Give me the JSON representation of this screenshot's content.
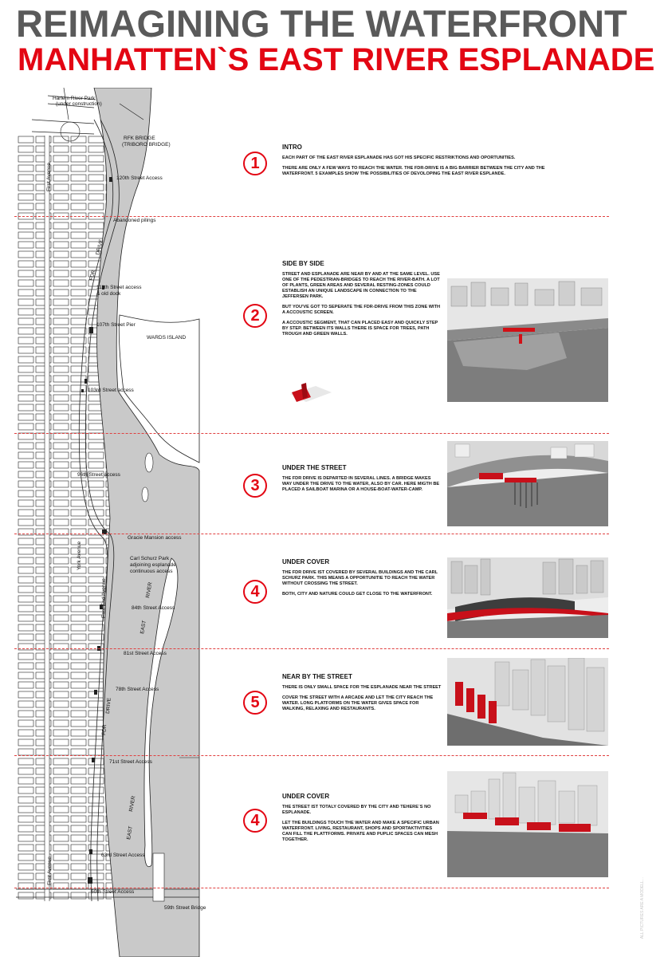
{
  "header": {
    "title": "REIMAGINING THE WATERFRONT",
    "subtitle": "MANHATTEN`S EAST RIVER ESPLANADE"
  },
  "map_labels": {
    "harlem": "Harlem River Park",
    "harlem2": "(under construction)",
    "rfk": "RFK BRIDGE",
    "rfk2": "(TRIBORO BRIDGE)",
    "first_ave": "First Avenue",
    "s120": "120th Street Access",
    "pilings": "Abandoned pilings",
    "fdr1": "FDR",
    "drive1": "DRIVE",
    "s111": "111th Street access",
    "s111b": "& old dock",
    "s107": "107th Street Pier",
    "wards": "WARDS ISLAND",
    "s103": "103rd Street access",
    "s96": "96th Street access",
    "gracie": "Gracie Mansion access",
    "carl1": "Carl Schurz Park",
    "carl2": "adjoining esplanade",
    "carl3": "continuous access",
    "york": "York Avenue",
    "east_end": "East End Avenue",
    "river1": "RIVER",
    "s84": "84th Street Access",
    "east1": "EAST",
    "s81": "81st Street Access",
    "s78": "78th Street Access",
    "drive2": "DRIVE",
    "fdr2": "FDR",
    "s71": "71st Street Access",
    "river2": "RIVER",
    "east2": "EAST",
    "s63": "63rd Street Access",
    "first_ave2": "First Avenue",
    "s60": "60th Street Access",
    "s59": "59th Street Bridge"
  },
  "sections": [
    {
      "number": "1",
      "title": "INTRO",
      "paragraphs": [
        "EACH PART OF THE EAST RIVER ESPLANADE HAS GOT HIS SPECIFIC RESTRIKTIONS AND OPORTUNITIES.",
        "THERE ARE ONLY A FEW WAYS TO REACH THE WATER. THE FDR-DRIVE IS A BIG BARRIER BETWEEN THE CITY AND THE WATERFRONT. 5 EXAMPLES SHOW THE POSSIBILITIES OF DEVOLOPING THE EAST RIVER ESPLANDE."
      ]
    },
    {
      "number": "2",
      "title": "SIDE BY SIDE",
      "paragraphs": [
        "STREET AND ESPLANADE ARE NEAR BY AND AT THE SAME LEVEL. USE ONE OF THE PEDESTRIAN-BRIDGES TO REACH THE RIVER-BATH. A LOT OF PLANTS, GREEN AREAS AND SEVERAL RESTING-ZONES COULD ESTABLISH AN UNIQUE LANDSCAPE IN CONNECTION TO THE JEFFERSEN PARK.",
        "BUT YOU'VE GOT TO SEPERATE THE FDR-DRIVE FROM THIS ZONE WITH A ACCOUSTIC SCREEN.",
        "A ACCOUSTIC SEGMENT, THAT CAN PLACED EASY AND QUICKLY STEP BY STEP. BETWEEN ITS WALLS THERE IS SPACE FOR TREES, PATH TROUGH AND GREEN WALLS."
      ]
    },
    {
      "number": "3",
      "title": "UNDER THE STREET",
      "paragraphs": [
        "THE FDR DRIVE IS DEPARTED IN SEVERAL LINES. A BRIDGE MAKES WAY UNDER THE DRIVE TO THE WATER, ALSO BY CAR. HERE MIGTH BE PLACED A SAILBOAT MARINA OR A HOUSE-BOAT-WATER-CAMP."
      ]
    },
    {
      "number": "4",
      "title": "UNDER COVER",
      "paragraphs": [
        "THE FDR DRIVE IST COVERED BY SEVERAL BUILDINGS AND THE CARL SCHURZ PARK. THIS MEANS A OPPORTUNITIE TO REACH THE WATER WITHOUT CROSSING THE STREET.",
        "BOTH, CITY AND NATURE COULD GET CLOSE TO THE WATERFRONT."
      ]
    },
    {
      "number": "5",
      "title": "NEAR BY THE STREET",
      "paragraphs": [
        "THERE IS ONLY SMALL SPACE FOR THE ESPLANADE NEAR THE STREET",
        "COVER THE STREET WITH A ARCADE AND LET THE CITY REACH THE WATER. LONG PLATFORMS ON THE WATER GIVES SPACE FOR WALKING, RELAXING AND RESTAURANTS."
      ]
    },
    {
      "number": "4",
      "title": "UNDER COVER",
      "paragraphs": [
        "THE STREET IST TOTALY COVERED BY THE CITY AND TEHERE`S NO ESPLANADE.",
        "LET THE BUILDINGS TOUCH THE WATER AND MAKE A SPECIFIC URBAN WATERFRONT. LIVING, RESTAURANT, SHOPS AND SPORTAKTIVITIES CAN FILL THE PLATTFORMS. PRIVATE AND PUPLIC SPACES CAN MESH TOGETHER."
      ]
    }
  ],
  "colors": {
    "accent": "#e30613",
    "title_gray": "#5a5a5a",
    "river": "#c9c9c9"
  },
  "footer_note": "ALL PICTURES ARE A MODELL..."
}
